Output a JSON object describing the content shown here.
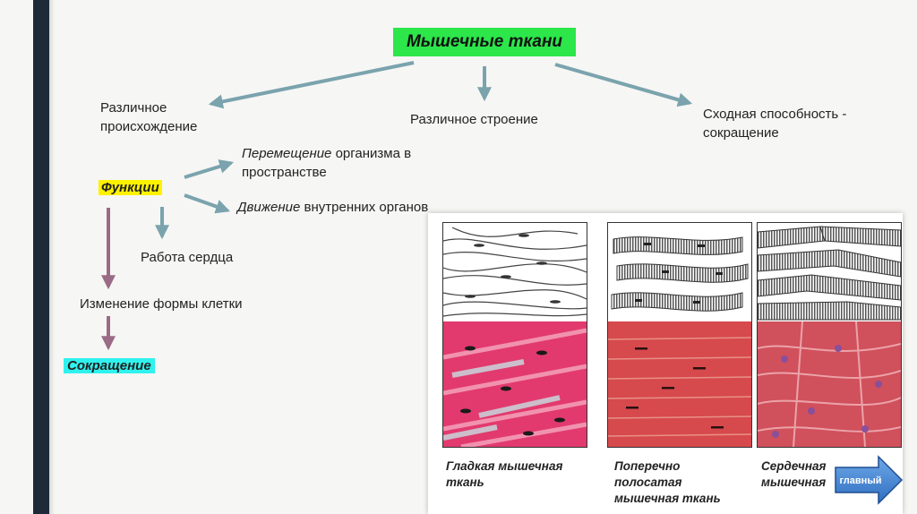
{
  "title": "Мышечные ткани",
  "branches": {
    "origin": "Различное\nпроисхождение",
    "structure": "Различное строение",
    "ability": "Сходная способность  -\nсокращение"
  },
  "functions": {
    "label": "Функции",
    "movement_em": "Перемещение",
    "movement_rest": " организма в\nпространстве",
    "organs_em": "Движение",
    "organs_rest": " внутренних органов",
    "heart": "Работа сердца"
  },
  "chain": {
    "shape_change": "Изменение формы клетки",
    "contraction": "Сокращение"
  },
  "figure": {
    "captions": [
      "Гладкая мышечная\nткань",
      "Поперечно\nполосатая\nмышечная ткань",
      "Сердечная\nмышечная"
    ]
  },
  "nav": {
    "label": "главный"
  },
  "colors": {
    "title_bg": "#2ce64a",
    "functions_bg": "#fff200",
    "contraction_bg": "#2ff2ee",
    "arrow_blue": "#7aa3ad",
    "arrow_purple": "#9b6b86",
    "frame": "#1e2a38"
  }
}
